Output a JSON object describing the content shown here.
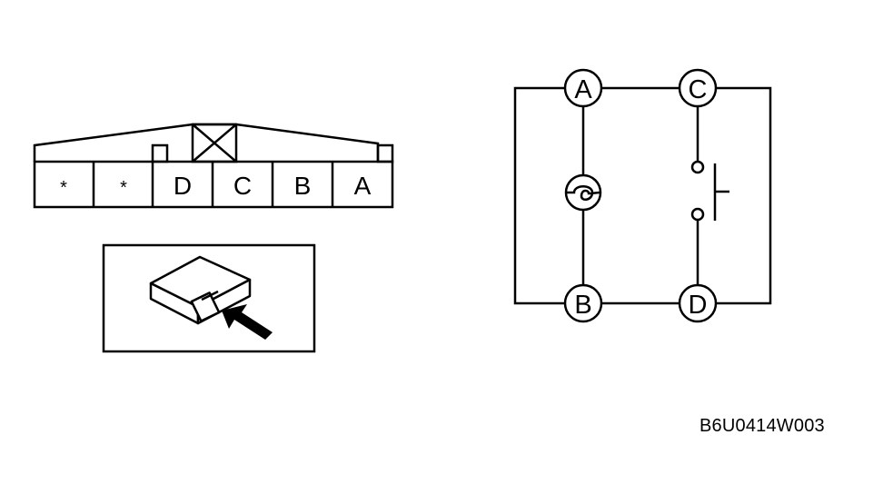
{
  "connector": {
    "cells": [
      "*",
      "*",
      "D",
      "C",
      "B",
      "A"
    ]
  },
  "circuit": {
    "terminals": {
      "A": "A",
      "B": "B",
      "C": "C",
      "D": "D"
    }
  },
  "code": "B6U0414W003",
  "colors": {
    "ink": "#000000",
    "background": "#ffffff"
  }
}
